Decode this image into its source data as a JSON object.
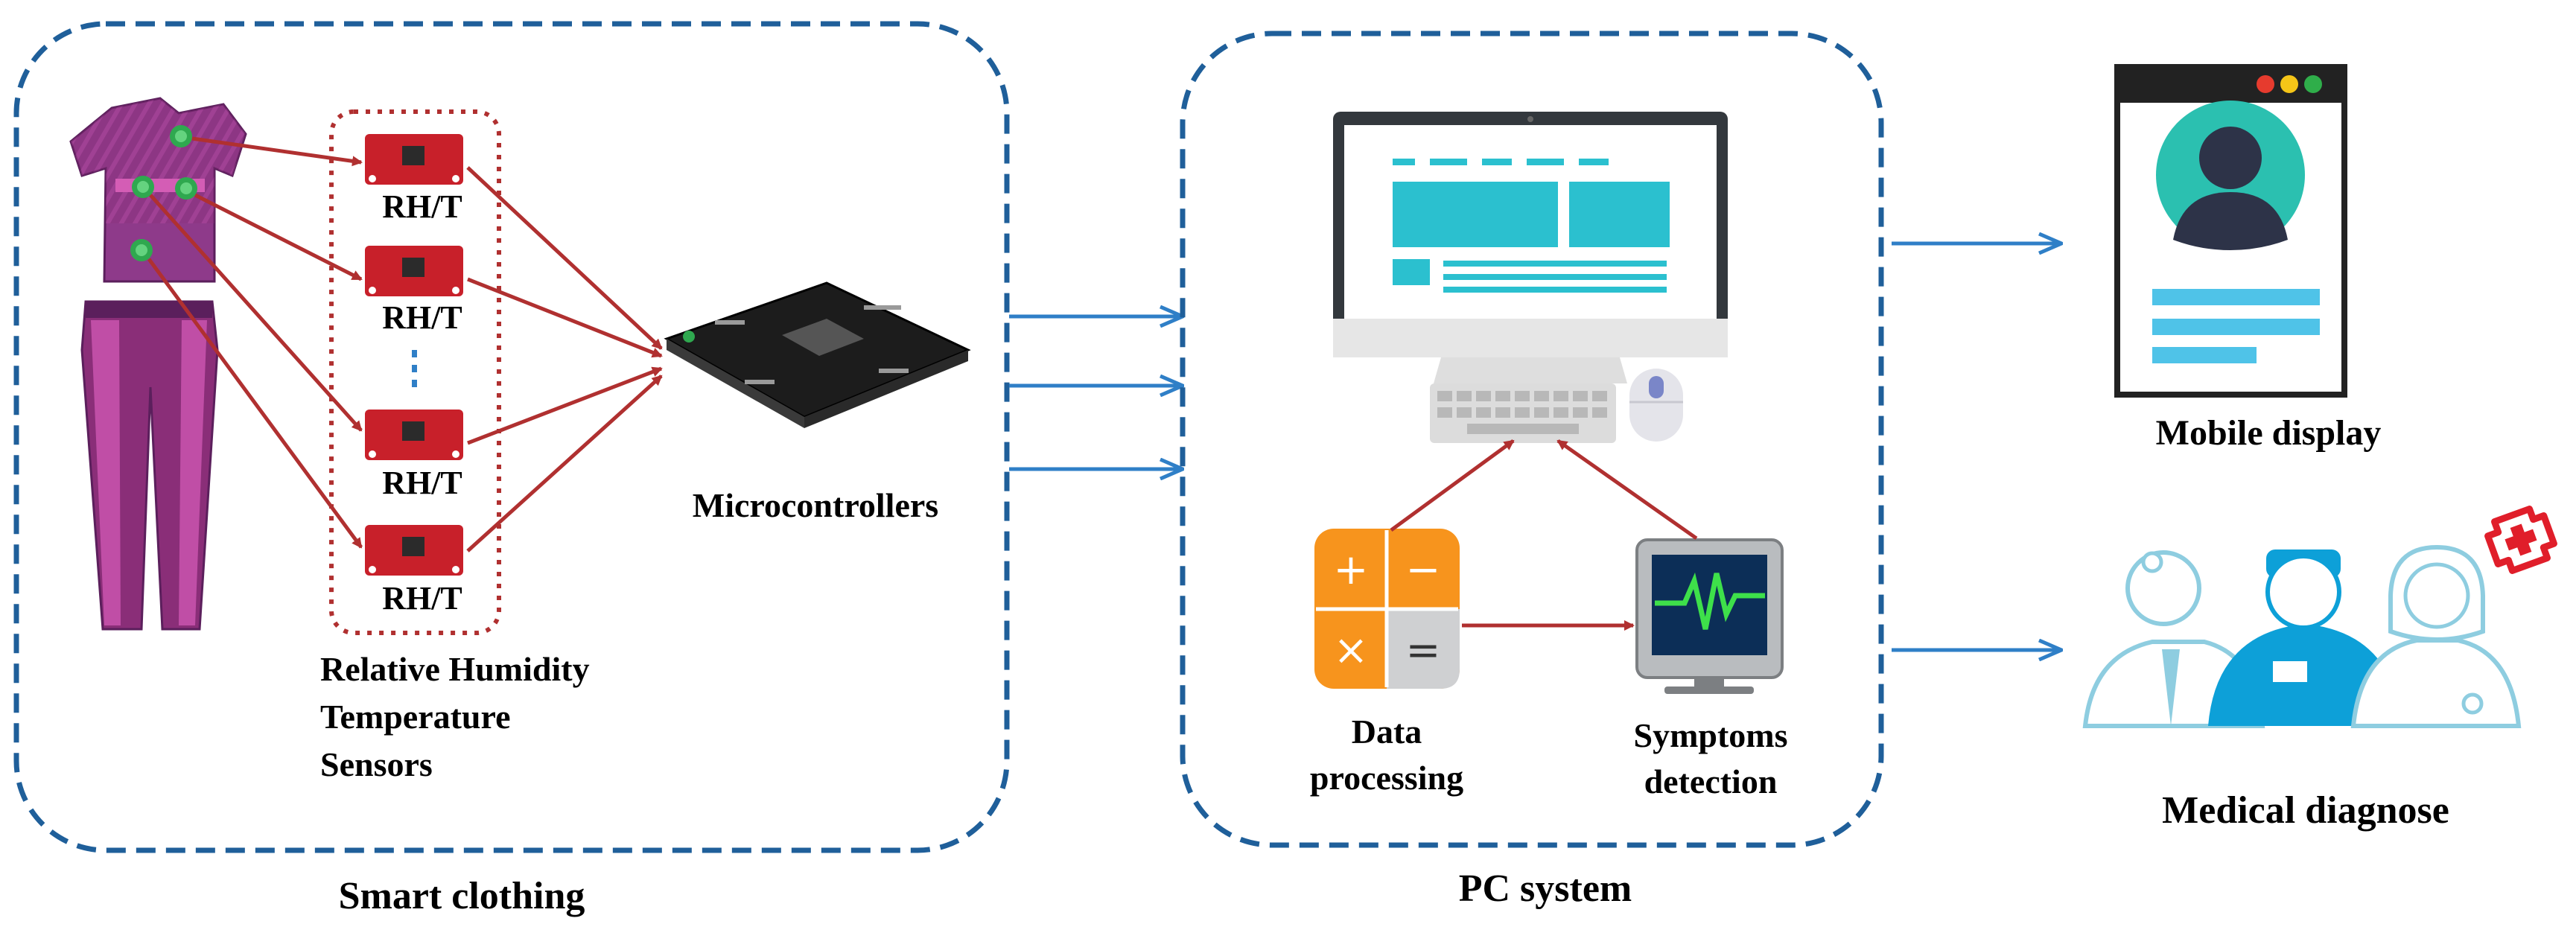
{
  "sensor_label": "RH/T",
  "sensor_group_caption": [
    "Relative Humidity",
    "Temperature",
    "Sensors"
  ],
  "microcontroller_label": "Microcontrollers",
  "smart_clothing_label": "Smart clothing",
  "pc_system_label": "PC system",
  "data_processing_label": [
    "Data",
    "processing"
  ],
  "symptoms_detection_label": [
    "Symptoms",
    "detection"
  ],
  "mobile_display_label": "Mobile display",
  "medical_diagnose_label": "Medical diagnose",
  "calculator_symbols": [
    "+",
    "−",
    "×",
    "="
  ],
  "colors": {
    "box_border": "#1f5f9a",
    "red_arrow": "#b03030",
    "blue_arrow": "#2f7fc7",
    "sensor_board": "#c8202a",
    "calculator_orange": "#f7941d",
    "screen_teal": "#2bc0cf"
  }
}
